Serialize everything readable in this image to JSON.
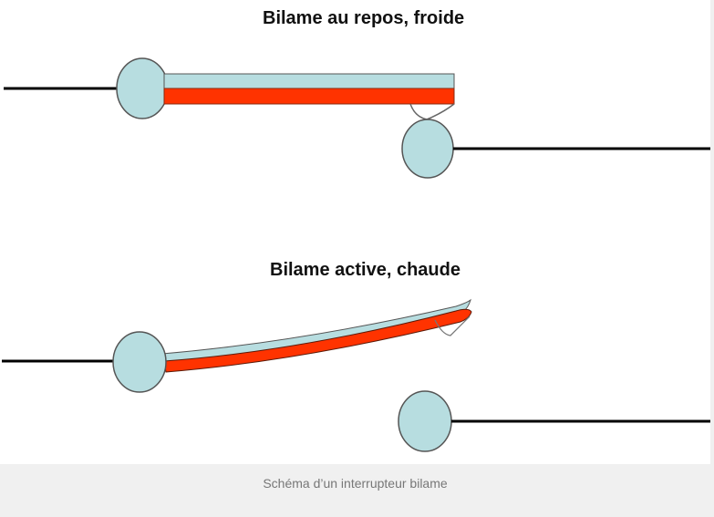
{
  "diagram": {
    "top_panel": {
      "title": "Bilame au repos, froide",
      "state": "cold, contact closed"
    },
    "bottom_panel": {
      "title": "Bilame active, chaude",
      "state": "hot, bent strip, contact open"
    },
    "colors": {
      "terminal_fill": "#b7dde0",
      "strip_top": "#b7dde0",
      "strip_bottom": "#ff3300",
      "wire": "#000000",
      "outline": "#555555",
      "background": "#ffffff",
      "caption_bg": "#f0f0f0"
    }
  },
  "caption": "Schéma d’un interrupteur bilame"
}
